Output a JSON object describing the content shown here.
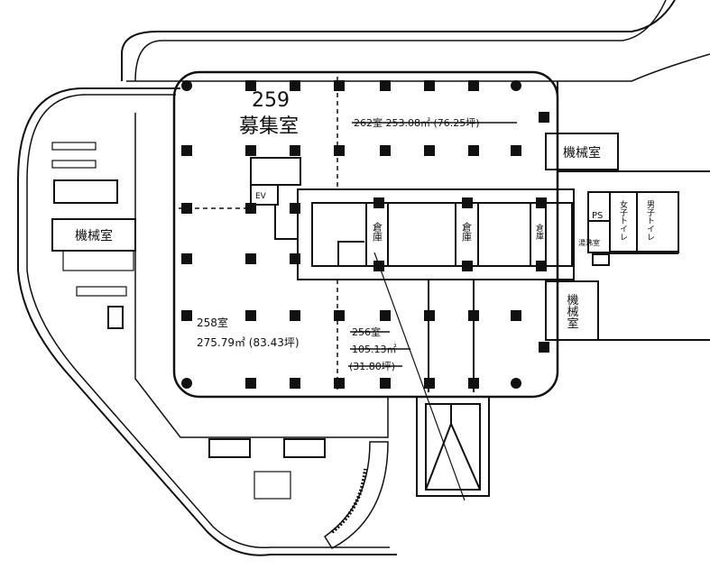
{
  "highlight": {
    "number": "259",
    "label": "募集室"
  },
  "rooms": {
    "r262": "262室 253.08㎡ (76.25坪)",
    "r258_name": "258室",
    "r258_area": "275.79㎡ (83.43坪)",
    "r256_name": "256室",
    "r256_area": "105.13㎡",
    "r256_tsubo": "(31.80坪)",
    "mech_left": "機械室",
    "mech_top": "機械室",
    "mech_bottom": "機械室",
    "storage": [
      "倉庫",
      "倉庫",
      "倉庫"
    ],
    "ps": "PS",
    "womens_wc": "女子トイレ",
    "mens_wc": "男子トイレ",
    "kitchenette": "湯沸室",
    "ev": "EV"
  },
  "colors": {
    "line": "#111111",
    "background": "#ffffff"
  }
}
